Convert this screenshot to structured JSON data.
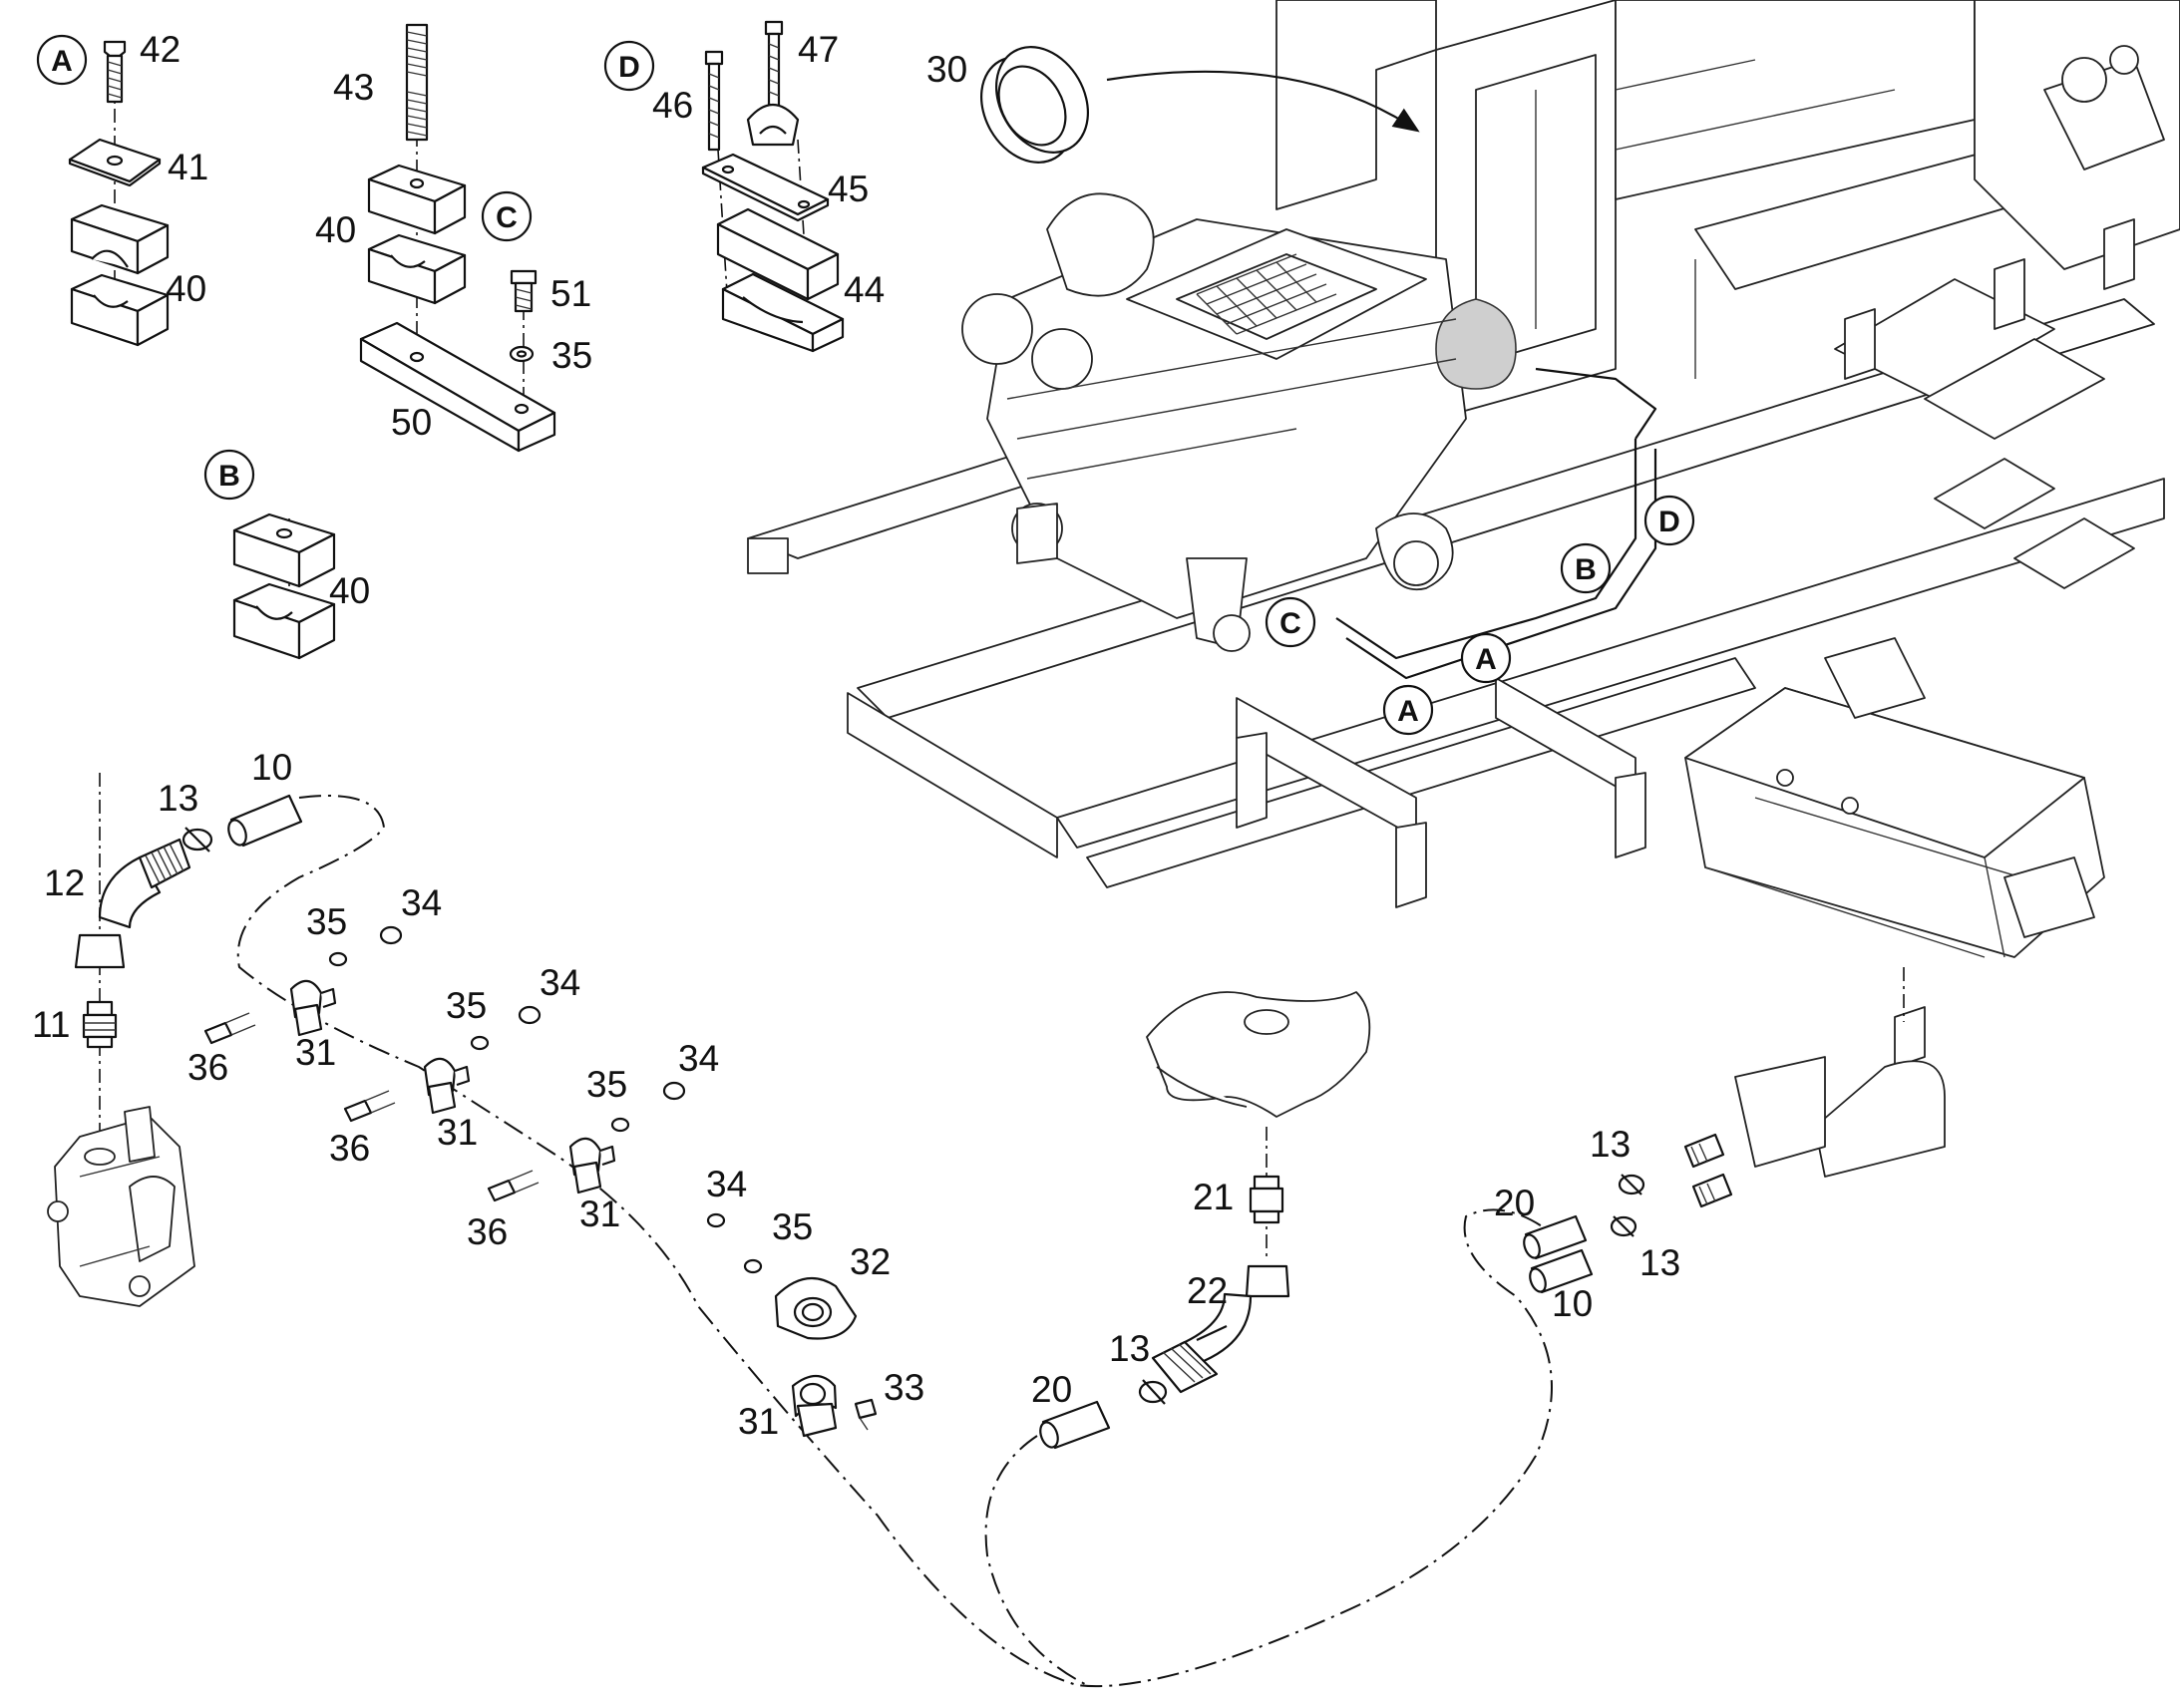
{
  "detail_views": [
    {
      "id": "A",
      "parts": [
        "42",
        "41",
        "40"
      ]
    },
    {
      "id": "B",
      "parts": [
        "40"
      ]
    },
    {
      "id": "C",
      "parts": [
        "43",
        "40",
        "51",
        "35",
        "50"
      ]
    },
    {
      "id": "D",
      "parts": [
        "46",
        "47",
        "45",
        "44"
      ]
    }
  ],
  "main_view_markers": [
    "A",
    "A",
    "B",
    "C",
    "D"
  ],
  "callouts": [
    "42",
    "41",
    "40",
    "43",
    "40",
    "51",
    "35",
    "50",
    "40",
    "46",
    "47",
    "45",
    "44",
    "30",
    "13",
    "10",
    "12",
    "11",
    "35",
    "34",
    "36",
    "31",
    "35",
    "34",
    "36",
    "31",
    "35",
    "34",
    "36",
    "31",
    "34",
    "35",
    "32",
    "31",
    "33",
    "21",
    "22",
    "13",
    "20",
    "13",
    "20",
    "13",
    "10"
  ]
}
